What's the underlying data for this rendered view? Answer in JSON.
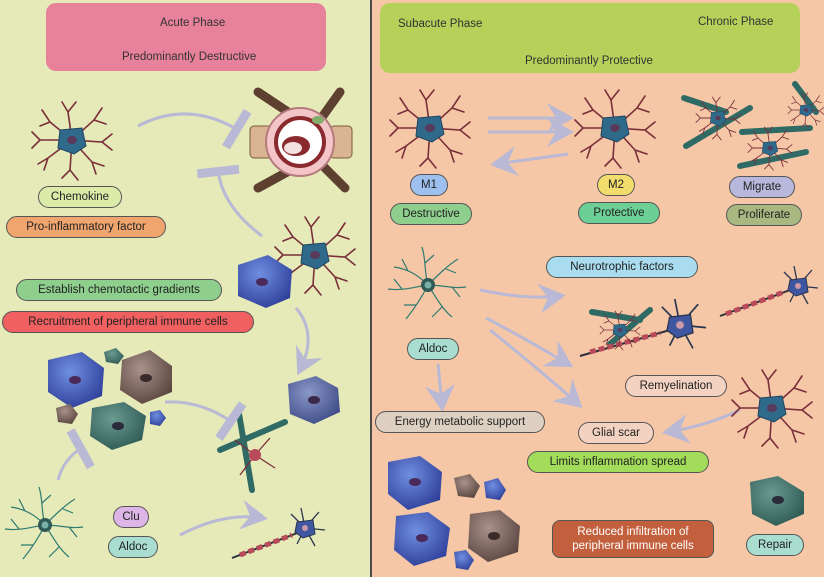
{
  "acute": {
    "title": "Acute Phase",
    "subtitle": "Predominantly Destructive",
    "labels": {
      "chemokine": "Chemokine",
      "pro_inflammatory": "Pro-inflammatory factor",
      "chemotactic": "Establish chemotactic gradients",
      "recruitment": "Recruitment of peripheral immune cells",
      "clu": "Clu",
      "aldoc": "Aldoc"
    }
  },
  "later": {
    "subacute_title": "Subacute Phase",
    "chronic_title": "Chronic Phase",
    "subtitle": "Predominantly Protective",
    "labels": {
      "m1": "M1",
      "m2": "M2",
      "migrate": "Migrate",
      "destructive": "Destructive",
      "protective": "Protective",
      "proliferate": "Proliferate",
      "neurotrophic": "Neurotrophic factors",
      "aldoc": "Aldoc",
      "remyelination": "Remyelination",
      "energy": "Energy metabolic support",
      "glial_scar": "Glial scar",
      "limits": "Limits inflammation spread",
      "reduced_line1": "Reduced infiltration of",
      "reduced_line2": "peripheral immune cells",
      "repair": "Repair"
    }
  },
  "colors": {
    "acute_bg": "#e5eab8",
    "later_bg": "#f5c7a6",
    "acute_header": "#e8819a",
    "later_header": "#b5d15a",
    "arrow": "#b9b9d6"
  }
}
